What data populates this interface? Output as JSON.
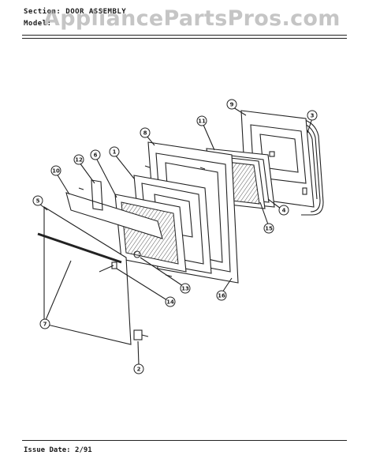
{
  "header": {
    "section_label": "Section:",
    "section_value": "DOOR ASSEMBLY",
    "model_label": "Model:"
  },
  "watermark": "AppliancePartsPros.com",
  "footer": {
    "issue_label": "Issue Date:",
    "issue_value": "2/91"
  },
  "callouts": [
    "1",
    "2",
    "3",
    "4",
    "5",
    "6",
    "7",
    "8",
    "9",
    "10",
    "11",
    "12",
    "13",
    "14",
    "15",
    "16"
  ]
}
